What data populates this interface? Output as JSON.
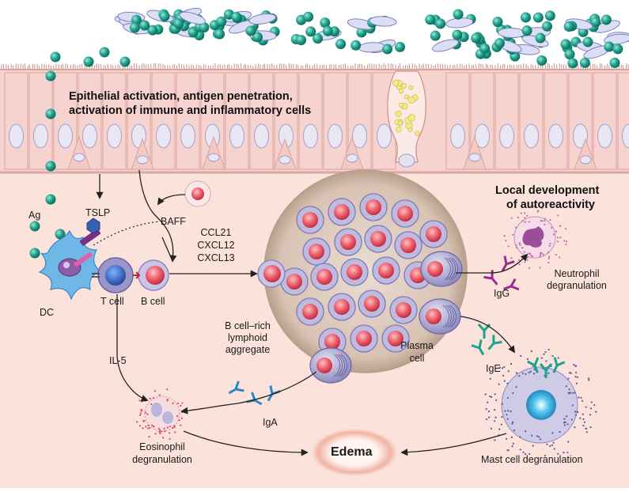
{
  "heading": {
    "line1": "Epithelial activation, antigen penetration,",
    "line2": "activation of immune and inflammatory cells"
  },
  "autoreactivity": {
    "line1": "Local development",
    "line2": "of autoreactivity"
  },
  "labels": {
    "ag": "Ag",
    "tslp": "TSLP",
    "baff": "BAFF",
    "chemokine1": "CCL21",
    "chemokine2": "CXCL12",
    "chemokine3": "CXCL13",
    "dc": "DC",
    "t_cell": "T cell",
    "b_cell": "B cell",
    "il5": "IL-5",
    "aggregate1": "B cell–rich",
    "aggregate2": "lymphoid",
    "aggregate3": "aggregate",
    "plasma1": "Plasma",
    "plasma2": "cell",
    "igg": "IgG",
    "ige": "IgE",
    "iga": "IgA",
    "neutrophil1": "Neutrophil",
    "neutrophil2": "degranulation",
    "eosinophil1": "Eosinophil",
    "eosinophil2": "degranulation",
    "mast": "Mast cell degranulation",
    "edema": "Edema"
  },
  "colors": {
    "bacteria": "#1f9a86",
    "epithelium": "#f6d2cf",
    "lamina": "#fbe2db",
    "cell_nucleus": "#e7555f",
    "aggregate": "#d9c3b5",
    "plasma_cell": "#8a86bd",
    "edema_ring": "#e9a89c"
  }
}
